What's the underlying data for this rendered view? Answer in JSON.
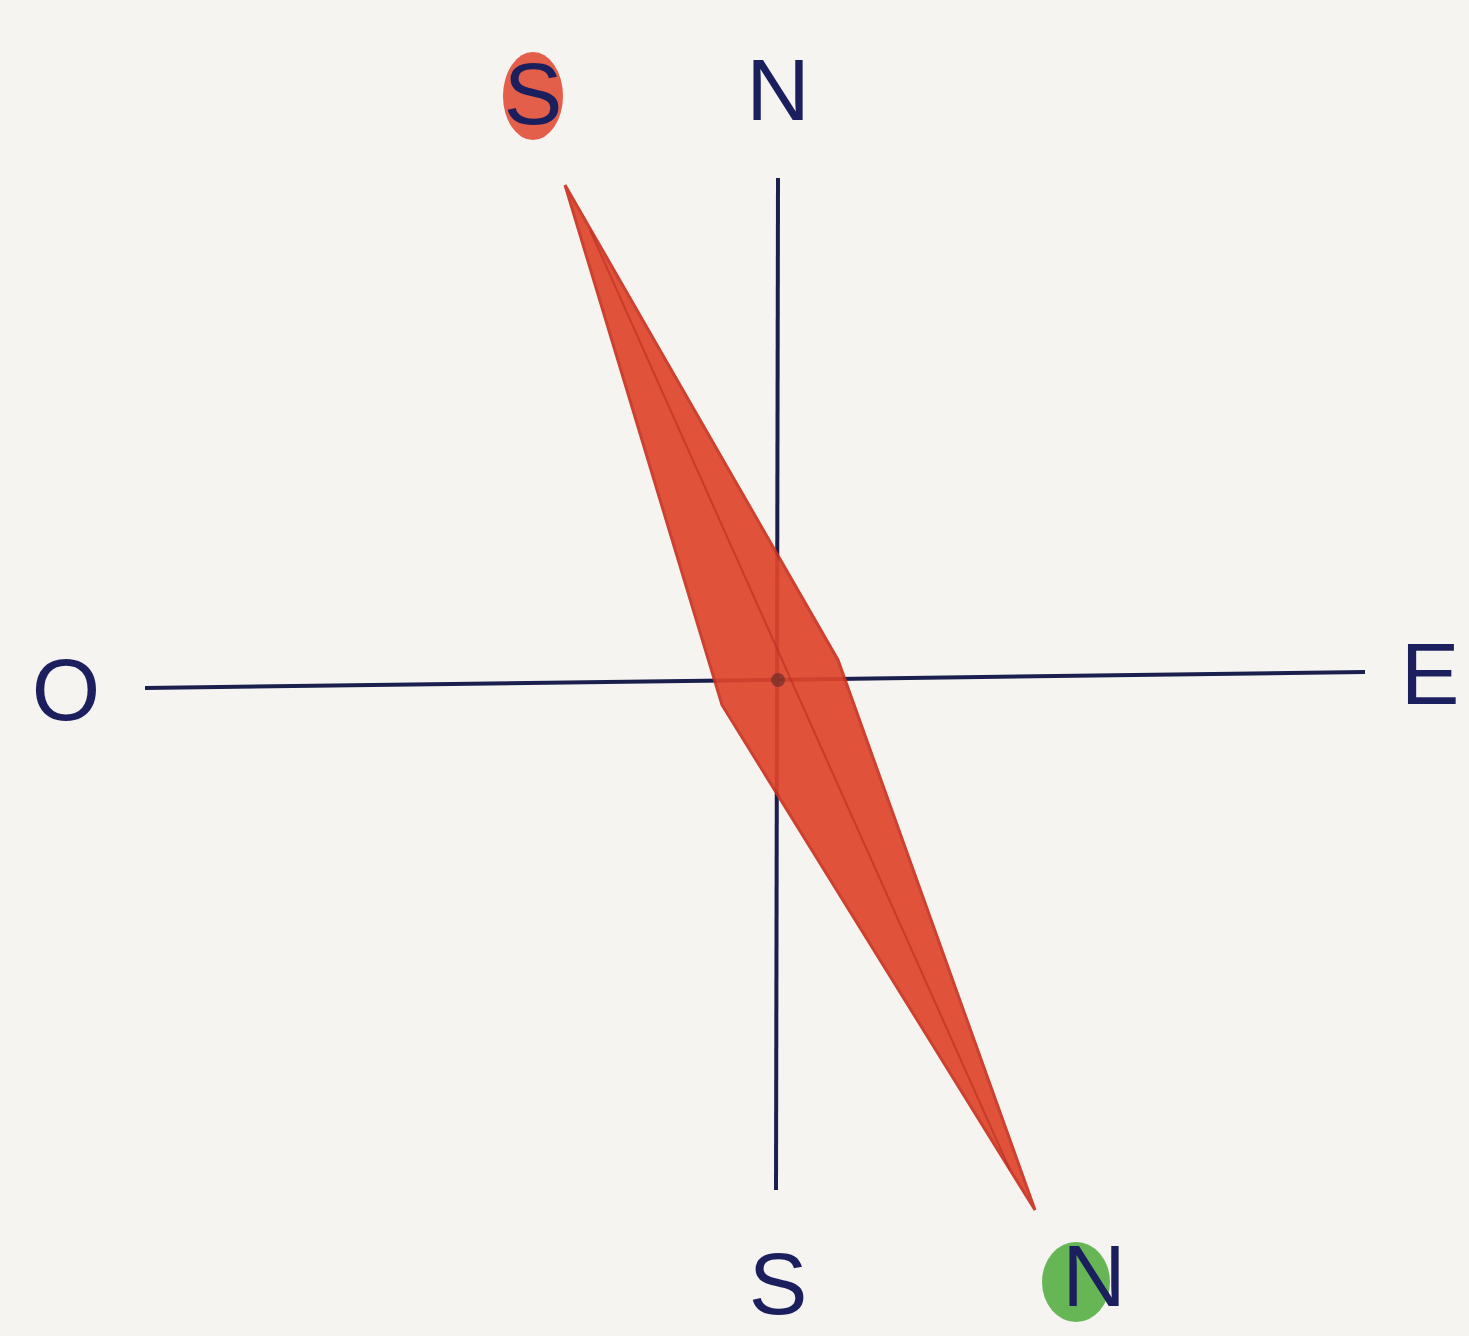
{
  "diagram": {
    "labels": [
      "S",
      "N",
      "O",
      "E",
      "S",
      "N"
    ]
  }
}
